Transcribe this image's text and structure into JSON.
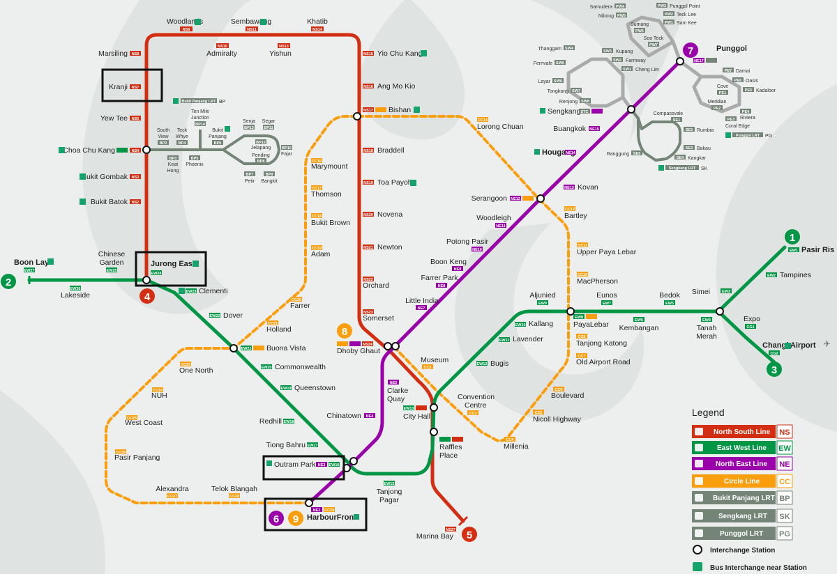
{
  "colors": {
    "ns": "#d42e12",
    "ew": "#009645",
    "ne": "#9900aa",
    "cc": "#fa9e0d",
    "lrt": "#748477",
    "bus": "#16a36b"
  },
  "stations": {
    "woodlands": "Woodlands",
    "woodlands_code": "NS9",
    "sembawang": "Sembawang",
    "sembawang_code": "NS11",
    "khatib": "Khatib",
    "khatib_code": "NS14",
    "admiralty": "Admiralty",
    "admiralty_code": "NS10",
    "yishun": "Yishun",
    "yishun_code": "NS13",
    "marsiling": "Marsiling",
    "marsiling_code": "NS8",
    "kranji": "Kranji",
    "kranji_code": "NS7",
    "yew_tee": "Yew Tee",
    "yew_tee_code": "NS5",
    "choa_chu_kang": "Choa Chu Kang",
    "choa_chu_kang_code": "NS4",
    "bukit_gombak": "Bukit Gombak",
    "bukit_gombak_code": "NS3",
    "bukit_batok": "Bukit Batok",
    "bukit_batok_code": "NS2",
    "jurong_east": "Jurong East",
    "jurong_east_code": "EW24",
    "yio_chu_kang": "Yio Chu Kang",
    "yio_chu_kang_code": "NS15",
    "ang_mo_kio": "Ang Mo Kio",
    "ang_mo_kio_code": "NS16",
    "bishan": "Bishan",
    "bishan_code": "NS17",
    "braddell": "Braddell",
    "braddell_code": "NS18",
    "toa_payoh": "Toa Payoh",
    "toa_payoh_code": "NS19",
    "novena": "Novena",
    "novena_code": "NS20",
    "newton": "Newton",
    "newton_code": "NS21",
    "orchard": "Orchard",
    "orchard_code": "NS22",
    "somerset": "Somerset",
    "somerset_code": "NS23",
    "dhoby_ghaut": "Dhoby Ghaut",
    "dhoby_ghaut_code": "NS24",
    "city_hall": "City Hall",
    "city_hall_code": "EW13",
    "raffles_place": "Raffles\nPlace",
    "raffles_1": "Raffles",
    "raffles_2": "Place",
    "marina_bay": "Marina Bay",
    "marina_bay_code": "NS27",
    "boon_lay": "Boon Lay",
    "boon_lay_code": "EW27",
    "lakeside": "Lakeside",
    "lakeside_code": "EW26",
    "chinese_garden_1": "Chinese",
    "chinese_garden_2": "Garden",
    "chinese_garden_code": "EW25",
    "clementi": "Clementi",
    "clementi_code": "EW23",
    "dover": "Dover",
    "dover_code": "EW22",
    "buona_vista": "Buona Vista",
    "buona_vista_code": "EW21",
    "commonwealth": "Commonwealth",
    "commonwealth_code": "EW20",
    "queenstown": "Queenstown",
    "queenstown_code": "EW19",
    "redhill": "Redhill",
    "redhill_code": "EW18",
    "tiong_bahru": "Tiong Bahru",
    "tiong_bahru_code": "EW17",
    "outram_park": "Outram Park",
    "outram_park_code": "NE3",
    "outram_park_code2": "EW16",
    "tanjong_pagar_1": "Tanjong",
    "tanjong_pagar_2": "Pagar",
    "tanjong_pagar_code": "EW15",
    "bugis": "Bugis",
    "bugis_code": "EW12",
    "lavender": "Lavender",
    "lavender_code": "EW11",
    "kallang": "Kallang",
    "kallang_code": "EW10",
    "aljunied": "Aljunied",
    "aljunied_code": "EW9",
    "paya_lebar": "PayaLebar",
    "paya_lebar_code": "EW8",
    "eunos": "Eunos",
    "eunos_code": "EW7",
    "kembangan": "Kembangan",
    "kembangan_code": "EW6",
    "bedok": "Bedok",
    "bedok_code": "EW5",
    "tanah_merah_1": "Tanah",
    "tanah_merah_2": "Merah",
    "tanah_merah_code": "EW4",
    "simei": "Simei",
    "simei_code": "EW3",
    "tampines": "Tampines",
    "tampines_code": "EW2",
    "pasir_ris": "Pasir Ris",
    "pasir_ris_code": "EW1",
    "expo": "Expo",
    "expo_code": "CG1",
    "changi_airport": "Changi Airport",
    "changi_airport_code": "CG2",
    "harbourfront": "HarbourFront",
    "harbourfront_code": "NE1",
    "harbourfront_code2": "CC29",
    "chinatown": "Chinatown",
    "chinatown_code": "NE4",
    "clarke_quay_1": "Clarke",
    "clarke_quay_2": "Quay",
    "clarke_quay_code": "NE5",
    "little_india": "Little India",
    "little_india_code": "NE7",
    "farrer_park": "Farrer Park",
    "farrer_park_code": "NE8",
    "boon_keng": "Boon Keng",
    "boon_keng_code": "NE9",
    "potong_pasir": "Potong Pasir",
    "potong_pasir_code": "NE10",
    "woodleigh": "Woodleigh",
    "woodleigh_code": "NE11",
    "serangoon": "Serangoon",
    "serangoon_code": "NE12",
    "kovan": "Kovan",
    "kovan_code": "NE13",
    "hougang": "Hougang",
    "hougang_code": "NE14",
    "buangkok": "Buangkok",
    "buangkok_code": "NE15",
    "sengkang": "Sengkang",
    "sengkang_code": "STC",
    "punggol": "Punggol",
    "punggol_code": "NE17",
    "lorong_chuan": "Lorong Chuan",
    "lorong_chuan_code": "CC14",
    "marymount": "Marymount",
    "marymount_code": "CC16",
    "thomson": "Thomson",
    "thomson_code": "CC17",
    "bukit_brown": "Bukit Brown",
    "bukit_brown_code": "CC18",
    "adam": "Adam",
    "adam_code": "CC19",
    "farrer": "Farrer",
    "farrer_code": "CC20",
    "holland": "Holland",
    "holland_code": "CC21",
    "one_north": "One North",
    "one_north_code": "CC23",
    "nuh": "NUH",
    "nuh_code": "CC24",
    "west_coast": "West Coast",
    "west_coast_code": "CC25",
    "pasir_panjang": "Pasir Panjang",
    "pasir_panjang_code": "CC26",
    "alexandra": "Alexandra",
    "alexandra_code": "CC27",
    "telok_blangah": "Telok Blangah",
    "telok_blangah_code": "CC28",
    "bartley": "Bartley",
    "bartley_code": "CC12",
    "upper_paya_lebar": "Upper Paya Lebar",
    "upper_paya_lebar_code": "CC11",
    "macpherson": "MacPherson",
    "macpherson_code": "CC10",
    "tanjong_katong": "Tanjong Katong",
    "tanjong_katong_code": "CC8",
    "old_airport_road": "Old Airport Road",
    "old_airport_road_code": "CC7",
    "boulevard": "Boulevard",
    "boulevard_code": "CC6",
    "nicoll_highway": "Nicoll Highway",
    "nicoll_highway_code": "CC5",
    "millenia": "Millenia",
    "millenia_code": "CC4",
    "convention_centre_1": "Convention",
    "convention_centre_2": "Centre",
    "convention_centre_code": "CC3",
    "museum": "Museum",
    "museum_code": "CC2",
    "ten_mile_1": "Ten Mile",
    "ten_mile_2": "Junction",
    "ten_mile_code": "BP14",
    "south_view_1": "South",
    "south_view_2": "View",
    "south_view_code": "BP2",
    "teck_whye_1": "Teck",
    "teck_whye_2": "Whye",
    "teck_whye_code": "BP4",
    "keat_hong_1": "Keat",
    "keat_hong_2": "Hong",
    "keat_hong_code": "BP3",
    "phoenix": "Phoenix",
    "phoenix_code": "BP5",
    "bukit_panjang_1": "Bukit",
    "bukit_panjang_2": "Panjang",
    "bukit_panjang_code": "BP6",
    "senja": "Senja",
    "senja_code": "BP13",
    "segar": "Segar",
    "segar_code": "BP11",
    "jelapang": "Jelapang",
    "jelapang_code": "BP12",
    "pending": "Pending",
    "pending_code": "BP8",
    "fajar": "Fajar",
    "fajar_code": "BP10",
    "petir": "Petir",
    "petir_code": "BP7",
    "bangkit": "Bangkit",
    "bangkit_code": "BP9",
    "bp_lrt_label": "Bukit Panjang LRT",
    "bp_lrt_code": "BP",
    "thanggam": "Thanggam",
    "thanggam_code": "SW4",
    "fernvale": "Fernvale",
    "fernvale_code": "SW5",
    "layar": "Layar",
    "layar_code": "SW6",
    "tongkang": "Tongkang",
    "tongkang_code": "SW7",
    "renjong": "Renjong",
    "renjong_code": "SW8",
    "kupang": "Kupang",
    "kupang_code": "SW3",
    "farmway": "Farmway",
    "farmway_code": "SW2",
    "cheng_lim": "Cheng Lim",
    "cheng_lim_code": "SW1",
    "compassvale": "Compassvale",
    "compassvale_code": "SE1",
    "rumbia": "Rumbia",
    "rumbia_code": "SE2",
    "bakau": "Bakau",
    "bakau_code": "SE3",
    "kangkar": "Kangkar",
    "kangkar_code": "SE4",
    "ranggung": "Ranggung",
    "ranggung_code": "SE5",
    "sk_lrt_label": "Sengkang LRT",
    "sk_lrt_code": "SK",
    "samudera": "Samudera",
    "samudera_code": "PW4",
    "nibong": "Nibong",
    "nibong_code": "PW5",
    "punggol_point": "Punggol Point",
    "punggol_point_code": "PW3",
    "teck_lee": "Teck Lee",
    "teck_lee_code": "PW2",
    "sam_kee": "Sam Kee",
    "sam_kee_code": "PW1",
    "sumang": "Sumang",
    "sumang_code": "PW6",
    "soo_teck": "Soo Teck",
    "soo_teck_code": "PW7",
    "damai": "Damai",
    "damai_code": "PE7",
    "oasis": "Oasis",
    "oasis_code": "PE6",
    "kadaloor": "Kadaloor",
    "kadaloor_code": "PE5",
    "cove": "Cove",
    "cove_code": "PE1",
    "meridian": "Meridian",
    "meridian_code": "PE2",
    "riviera": "Riviera",
    "riviera_code": "PE4",
    "coral_edge": "Coral Edge",
    "coral_edge_code": "PE3",
    "pg_lrt_label": "Punggol LRT",
    "pg_lrt_code": "PG"
  },
  "markers": [
    "1",
    "2",
    "3",
    "4",
    "5",
    "6",
    "7",
    "8",
    "9"
  ],
  "legend": {
    "title": "Legend",
    "items": [
      {
        "label": "North South Line",
        "code": "NS",
        "color": "#d42e12"
      },
      {
        "label": "East West Line",
        "code": "EW",
        "color": "#009645"
      },
      {
        "label": "North East Line",
        "code": "NE",
        "color": "#9900aa"
      },
      {
        "label": "Circle Line",
        "code": "CC",
        "color": "#fa9e0d"
      },
      {
        "label": "Bukit Panjang LRT",
        "code": "BP",
        "color": "#748477"
      },
      {
        "label": "Sengkang LRT",
        "code": "SK",
        "color": "#748477"
      },
      {
        "label": "Punggol LRT",
        "code": "PG",
        "color": "#748477"
      }
    ],
    "interchange_label": "Interchange Station",
    "bus_label": "Bus Interchange near Station"
  }
}
